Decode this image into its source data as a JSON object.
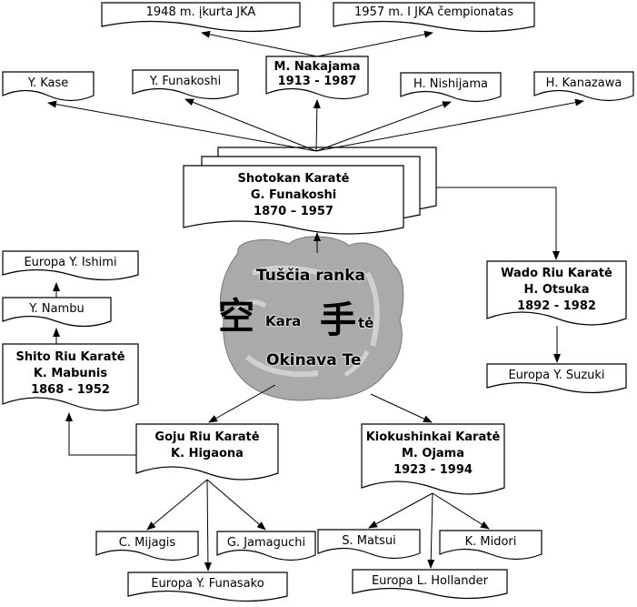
{
  "colors": {
    "fist_fill": "#aaaaaa",
    "line": "#000000",
    "box_fill": "#ffffff"
  },
  "top": {
    "jka_kurta": "1948 m. įkurta JKA",
    "jka_champ": "1957 m. I JKA čempionatas"
  },
  "masters_row": {
    "kase": "Y. Kase",
    "funakoshi_y": "Y. Funakoshi",
    "nakajama": [
      "M. Nakajama",
      "1913 - 1987"
    ],
    "nishijama": "H. Nishijama",
    "kanazawa": "H. Kanazawa"
  },
  "shotokan": [
    "Shotokan Karatė",
    "G. Funakoshi",
    "1870 – 1957"
  ],
  "center": {
    "line1": "Tuščia ranka",
    "kanji1": "空",
    "kara": "Kara",
    "kanji2": "手",
    "te": "tė",
    "line3": "Okinava Te"
  },
  "wado": {
    "title": [
      "Wado Riu Karatė",
      "H. Otsuka",
      "1892 - 1982"
    ],
    "europa": "Europa Y. Suzuki"
  },
  "shito": {
    "europa": "Europa Y. Ishimi",
    "nambu": "Y. Nambu",
    "title": [
      "Shito Riu Karatė",
      "K. Mabunis",
      "1868 - 1952"
    ]
  },
  "goju": {
    "title": [
      "Goju Riu Karatė",
      "K. Higaona"
    ],
    "miyagi": "C. Mijagis",
    "yamaguchi": "G. Jamaguchi",
    "europa": "Europa Y. Funasako"
  },
  "kyokushin": {
    "title": [
      "Kiokushinkai Karatė",
      "M. Ojama",
      "1923 - 1994"
    ],
    "matsui": "S. Matsui",
    "midori": "K. Midori",
    "europa": "Europa L. Hollander"
  }
}
